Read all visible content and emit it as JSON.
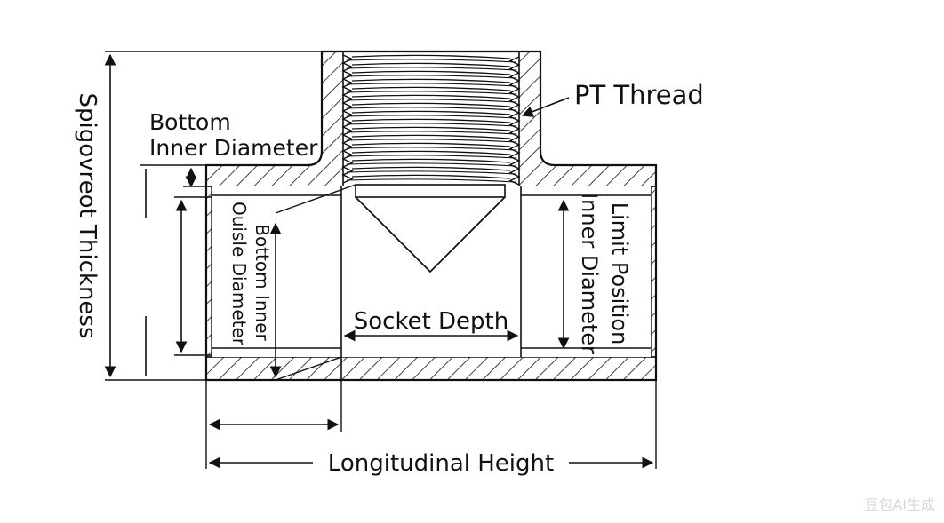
{
  "labels": {
    "pt_thread": "PT Thread",
    "bottom_inner_diameter_line1": "Bottom",
    "bottom_inner_diameter_line2": "Inner Diameter",
    "spigot_thickness": "Spigovreot Thickness",
    "bottom_inner_outside_line1": "Bottom Inner",
    "bottom_inner_outside_line2": "Ouisle Diameter",
    "socket_depth": "Socket Depth",
    "limit_position_line1": "Limit Position",
    "limit_position_line2": "Inner Diameter",
    "longitudinal_height": "Longitudinal Height"
  },
  "watermark": "豆包AI生成",
  "colors": {
    "ink": "#111111",
    "paper": "#ffffff"
  }
}
